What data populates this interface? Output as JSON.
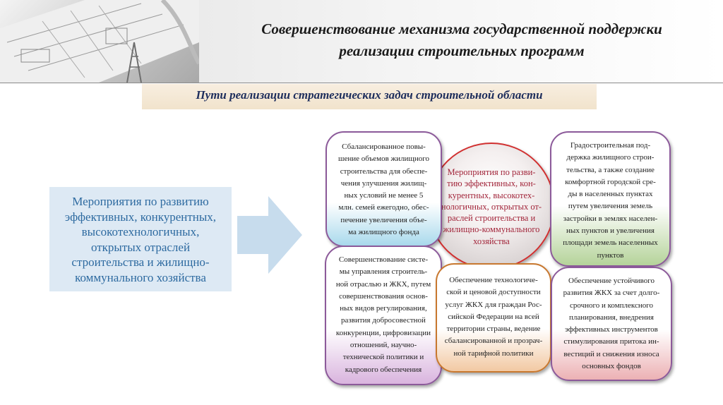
{
  "header": {
    "title_lines": [
      "Совершенствование механизма государственной поддержки",
      "реализации строительных программ"
    ]
  },
  "subtitle": "Пути реализации стратегических задач строительной области",
  "left_box": {
    "lines": [
      "Мероприятия по развитию",
      "эффективных, конкурентных,",
      "высокотехнологичных,",
      "открытых отраслей",
      "строительства и жилищно-",
      "коммунального хозяйства"
    ]
  },
  "center": {
    "lines": [
      "Мероприятия по разви-",
      "тию эффективных, кон-",
      "курентных, высокотех-",
      "нологичных, открытых от-",
      "раслей строительства и",
      "жилищно-коммунального",
      "хозяйства"
    ]
  },
  "bubbles": {
    "top_left": {
      "lines": [
        "Сбалансированное повы-",
        "шение объемов жилищного",
        "строительства для обеспе-",
        "чения улучшения жилищ-",
        "ных условий не менее 5",
        "млн. семей ежегодно, обес-",
        "печение увеличения объе-",
        "ма жилищного фонда"
      ]
    },
    "bottom_left": {
      "lines": [
        "Совершенствование систе-",
        "мы управления строитель-",
        "ной отраслью и ЖКХ, путем",
        "совершенствования основ-",
        "ных видов регулирования,",
        "развития добросовестной",
        "конкуренции, цифровизации",
        "отношений, научно-",
        "технической политики и",
        "кадрового обеспечения"
      ]
    },
    "top_right": {
      "lines": [
        "Градостроительная под-",
        "держка жилищного строи-",
        "тельства, а также создание",
        "комфортной городской сре-",
        "ды в населенных пунктах",
        "путем увеличения земель",
        "застройки в землях населен-",
        "ных пунктов и увеличения",
        "площади земель населенных",
        "пунктов"
      ]
    },
    "bottom_middle": {
      "lines": [
        "Обеспечение технологиче-",
        "ской и ценовой доступности",
        "услуг ЖКХ для граждан Рос-",
        "сийской Федерации на всей",
        "территории страны, ведение",
        "сбалансированной и прозрач-",
        "ной тарифной политики"
      ]
    },
    "bottom_right": {
      "lines": [
        "Обеспечение устойчивого",
        "развития ЖКХ за счет долго-",
        "срочного и комплексного",
        "планирования, внедрения",
        "эффективных инструментов",
        "стимулирования притока ин-",
        "вестиций и снижения износа",
        "основных фондов"
      ]
    }
  },
  "colors": {
    "left_box_bg": "#dde9f4",
    "left_text": "#2d6aa0",
    "arrow": "#c7dced",
    "center_border": "#d13030",
    "center_text": "#a2263b",
    "bubble_border": "#8c5a9a",
    "subtitle_text": "#1d2d5c"
  },
  "icons": {
    "header_image": "construction-blueprint-image",
    "arrow": "right-arrow-icon"
  }
}
